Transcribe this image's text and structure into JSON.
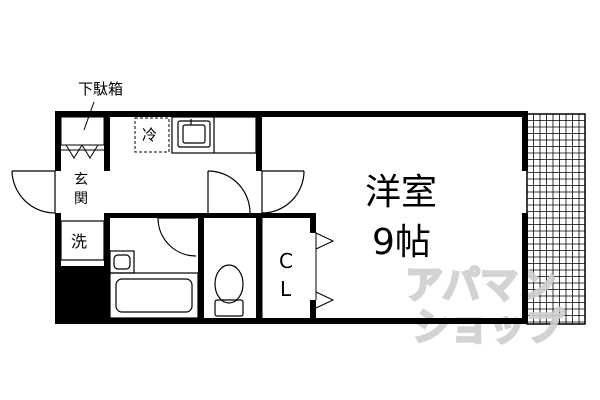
{
  "labels": {
    "shoe_box": "下駄箱",
    "refrigerator": "冷",
    "entrance_1": "玄",
    "entrance_2": "関",
    "washer": "洗",
    "room_type": "洋室",
    "room_size": "9帖",
    "closet": "C L"
  },
  "watermark": {
    "line1": "アパマン",
    "line2": "ショップ"
  },
  "colors": {
    "wall": "#000000",
    "line": "#000000",
    "watermark": "#d0d0d0",
    "background": "#ffffff"
  }
}
